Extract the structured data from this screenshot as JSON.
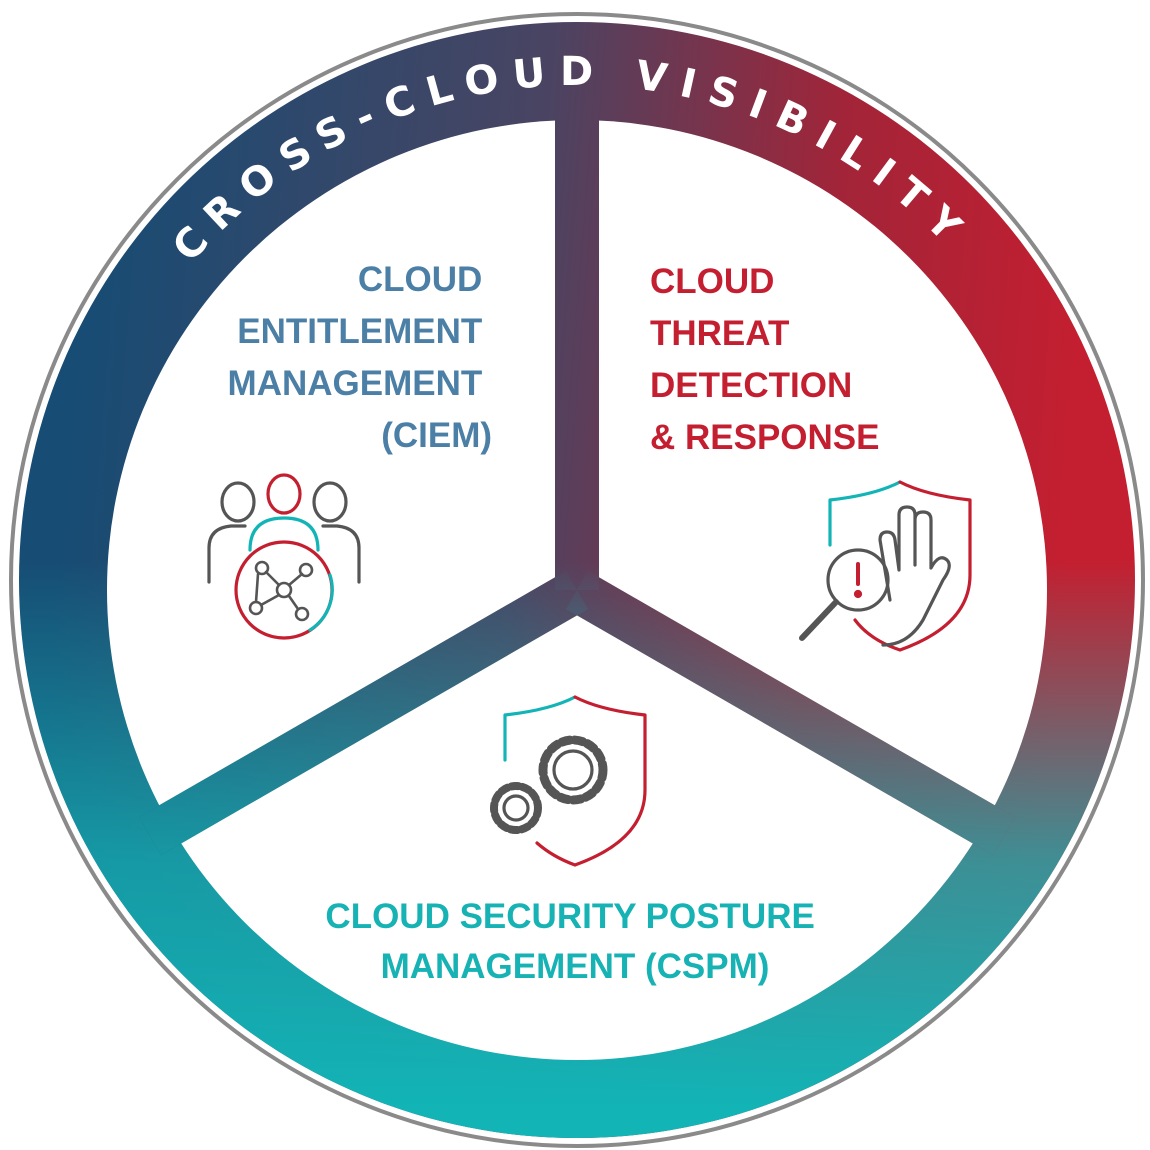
{
  "title": "CROSS-CLOUD VISIBILITY",
  "segments": {
    "ciem": {
      "lines": [
        "CLOUD",
        "ENTITLEMENT",
        "MANAGEMENT",
        "(CIEM)"
      ],
      "color": "#4b7fa6",
      "icon": "users-network-icon"
    },
    "cdr": {
      "lines": [
        "CLOUD",
        "THREAT",
        "DETECTION",
        "& RESPONSE"
      ],
      "color": "#c41f30",
      "icon": "shield-hand-magnifier-icon"
    },
    "cspm": {
      "lines": [
        "CLOUD SECURITY POSTURE",
        "MANAGEMENT (CSPM)"
      ],
      "color": "#17b2b4",
      "icon": "shield-gears-icon"
    }
  },
  "colors": {
    "blue": "#1c4a72",
    "red": "#c41f30",
    "teal": "#12b4b6",
    "border": "#8a8a8a"
  }
}
